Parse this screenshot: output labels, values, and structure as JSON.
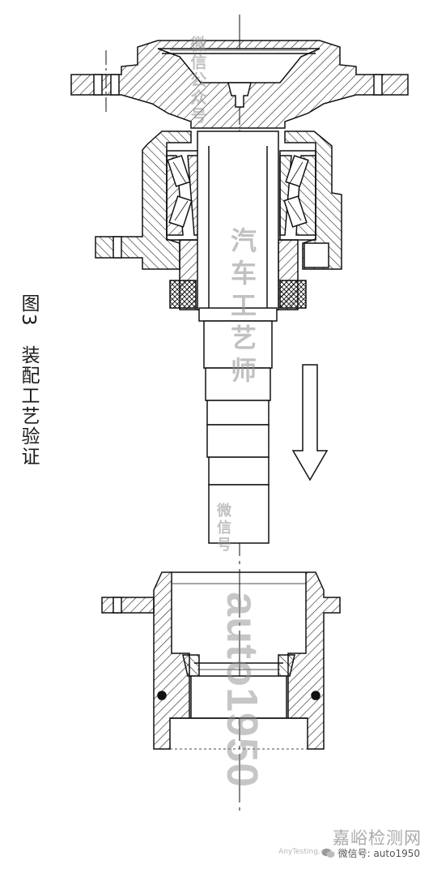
{
  "caption": {
    "number": "图3",
    "title": "装配工艺验证"
  },
  "watermarks": {
    "vertical_1": "微信公众号",
    "vertical_2": "汽车工艺师",
    "vertical_3": "微信号",
    "vertical_4": "auto1950"
  },
  "site_mark": {
    "name": "嘉峪检测网",
    "url": "AnyTesting.com",
    "wechat_label": "微信号: auto1950"
  },
  "colors": {
    "line": "#111111",
    "background": "#ffffff",
    "watermark": "#8f8f8f"
  }
}
